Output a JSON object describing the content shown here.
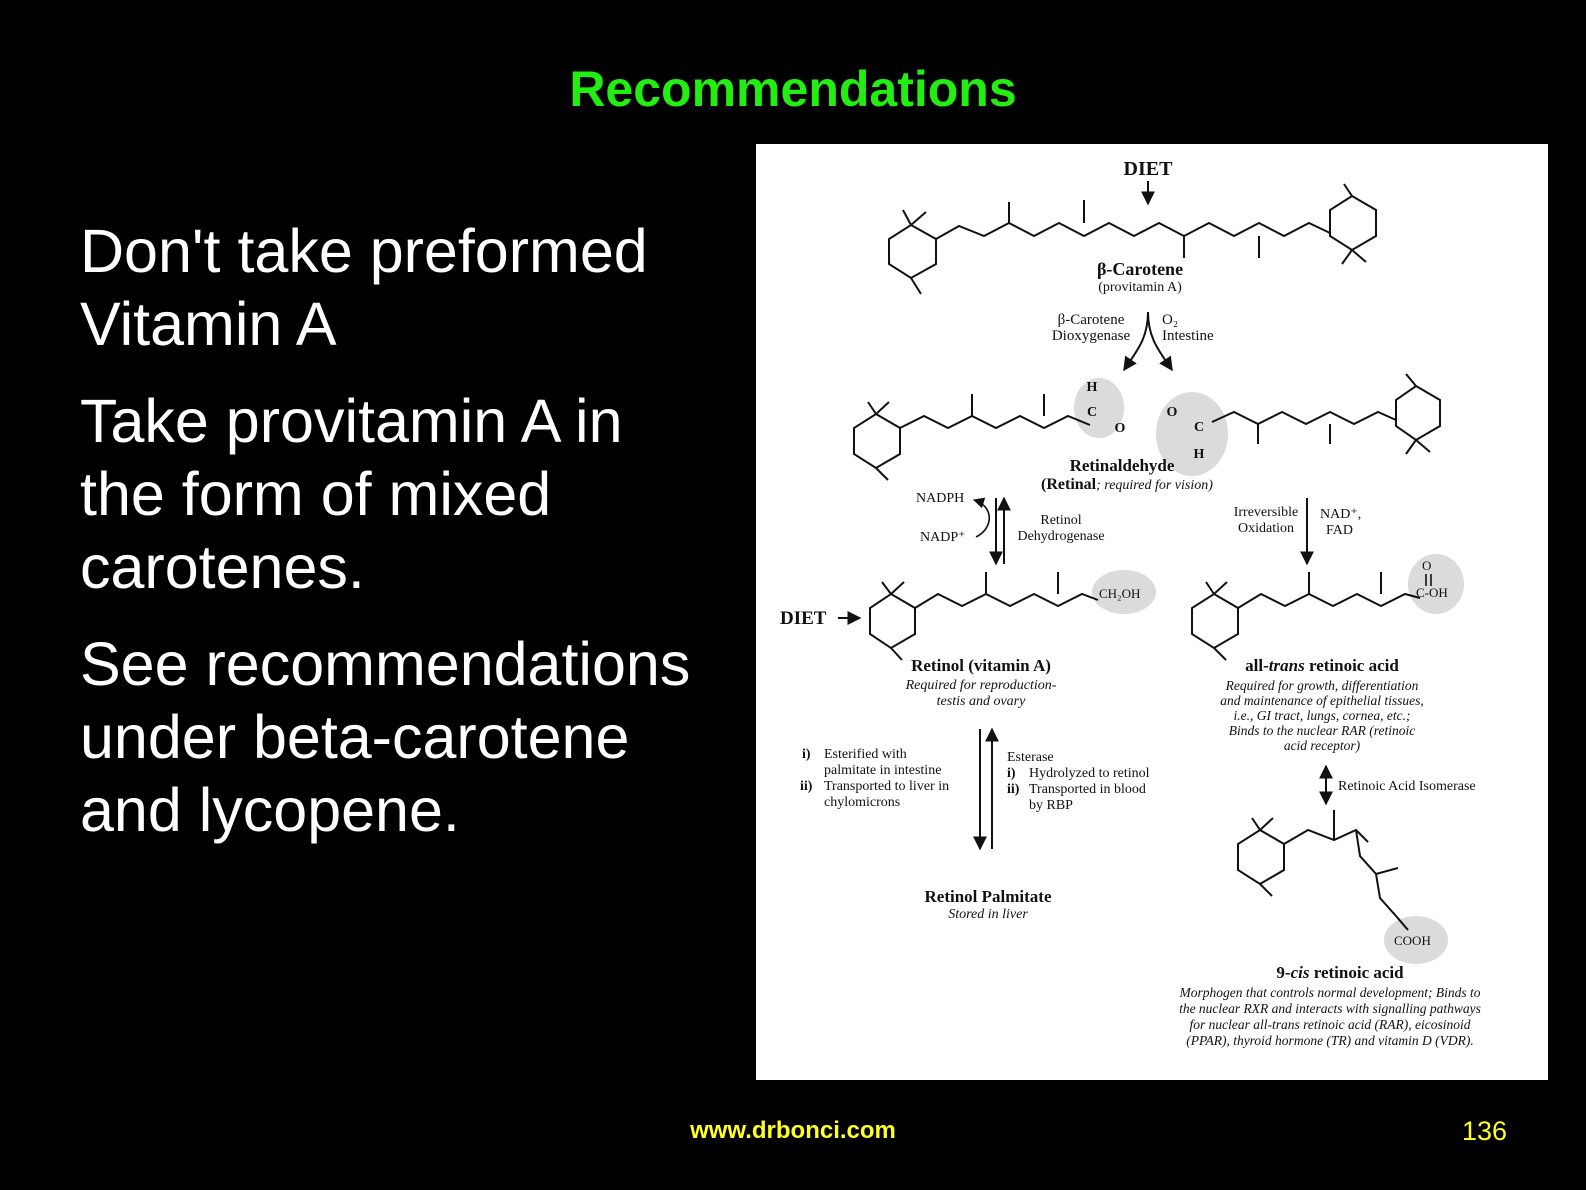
{
  "slide": {
    "title": "Recommendations",
    "bullets": [
      "Don't take preformed Vitamin A",
      "Take provitamin A in the form of mixed carotenes.",
      "See recommendations under beta-carotene and lycopene."
    ],
    "footer_url": "www.drbonci.com",
    "page_number": "136"
  },
  "diagram": {
    "diet_top": "DIET",
    "beta_carotene": "β-Carotene",
    "provitamin": "(provitamin A)",
    "enzyme_left_1": "β-Carotene",
    "enzyme_left_2": "Dioxygenase",
    "enzyme_right_1": "O₂",
    "enzyme_right_2": "Intestine",
    "aldehyde_h": "H",
    "aldehyde_c": "C",
    "aldehyde_o": "O",
    "retinaldehyde": "Retinaldehyde",
    "retinal_bold": "(Retinal",
    "retinal_italic": "; required for vision)",
    "nadph": "NADPH",
    "nadp": "NADP⁺",
    "retinol_dehyd_1": "Retinol",
    "retinol_dehyd_2": "Dehydrogenase",
    "irreversible_1": "Irreversible",
    "irreversible_2": "Oxidation",
    "nad_1": "NAD⁺,",
    "nad_2": "FAD",
    "diet_left": "DIET",
    "ch2oh": "CH₂OH",
    "cooh_top": "C-OH",
    "retinol_title": "Retinol (vitamin A)",
    "retinol_desc_1": "Required for reproduction-",
    "retinol_desc_2": "testis and ovary",
    "atra_prefix": "all-",
    "atra_trans": "trans",
    "atra_suffix": " retinoic acid",
    "atra_desc": [
      "Required for growth, differentiation",
      "and maintenance of epithelial tissues,",
      "i.e., GI tract, lungs, cornea, etc.;",
      "Binds to the nuclear RAR (retinoic",
      "acid receptor)"
    ],
    "ester_i": "i)",
    "ester_1": "Esterified with",
    "ester_2": "palmitate in intestine",
    "ester_ii": "ii)",
    "ester_3": "Transported to liver in",
    "ester_4": "chylomicrons",
    "esterase": "Esterase",
    "hyd_i": "i)",
    "hyd_1": "Hydrolyzed to retinol",
    "hyd_ii": "ii)",
    "hyd_2": "Transported in blood",
    "hyd_3": "by RBP",
    "isomerase": "Retinoic Acid Isomerase",
    "palmitate_title": "Retinol Palmitate",
    "palmitate_desc": "Stored in liver",
    "cooh_bottom": "COOH",
    "cis_prefix": "9-",
    "cis_cis": "cis",
    "cis_suffix": " retinoic acid",
    "cis_desc": [
      "Morphogen that controls normal development; Binds to",
      "the nuclear RXR and interacts with signalling pathways",
      "for nuclear all-trans retinoic acid (RAR), eicosinoid",
      "(PPAR), thyroid hormone (TR) and vitamin D (VDR)."
    ]
  }
}
